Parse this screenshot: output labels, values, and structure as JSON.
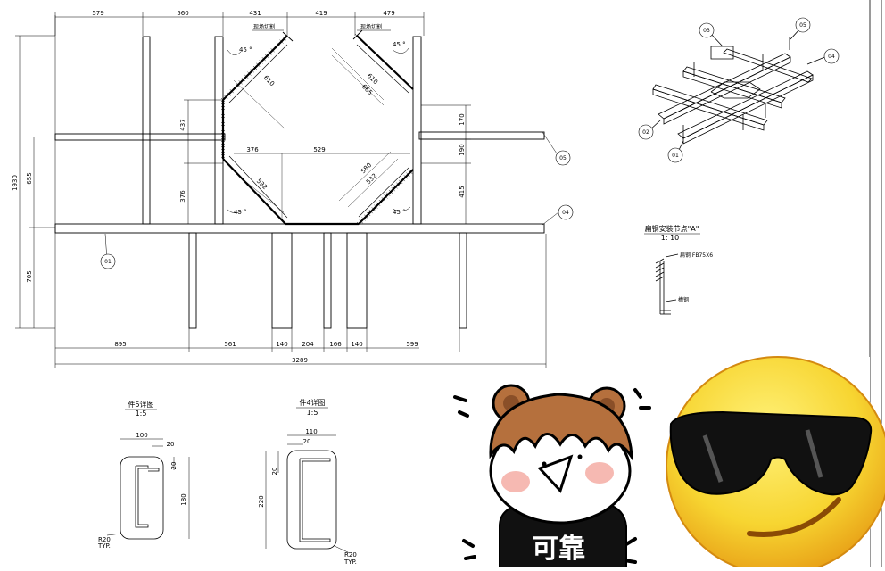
{
  "dims": {
    "top": [
      "579",
      "560",
      "431",
      "419",
      "479"
    ],
    "left_total": "1930",
    "left_upper": "655",
    "left_lower": "705",
    "mid_left": [
      "437",
      "376"
    ],
    "mid_inner": [
      "376",
      "529"
    ],
    "right": [
      "170",
      "190",
      "415"
    ],
    "diag": [
      "610",
      "610",
      "665",
      "532",
      "532",
      "580"
    ],
    "bottom": [
      "895",
      "561",
      "140",
      "204",
      "166",
      "140",
      "599"
    ],
    "overall": "3289",
    "angle": "45 °"
  },
  "notes": {
    "field_cut_1": "现场切割",
    "field_cut_2": "现场切割"
  },
  "balloons": {
    "main_01": "01",
    "main_04": "04",
    "main_05": "05",
    "iso_01": "01",
    "iso_02": "02",
    "iso_03": "03",
    "iso_04": "04",
    "iso_05": "05"
  },
  "detail_a": {
    "title": "扁钢安装节点\"A\"",
    "scale": "1: 10",
    "label_flat_bar": "扁钢 FB75X6",
    "label_channel": "槽钢"
  },
  "part5": {
    "title": "件5详图",
    "scale": "1:5",
    "dims": [
      "100",
      "20",
      "20",
      "180"
    ],
    "radius": "R20",
    "typ": "TYP."
  },
  "part4": {
    "title": "件4详图",
    "scale": "1:5",
    "dims": [
      "110",
      "20",
      "20",
      "220"
    ],
    "radius": "R20",
    "typ": "TYP."
  },
  "stickers": {
    "bear_text": "可靠"
  },
  "colors": {
    "line": "#000000",
    "bear_hair": "#b5703d",
    "bear_cheek": "#f6b9b2",
    "emoji_yellow": "#f7d531",
    "emoji_orange": "#f0a020",
    "sticker_shirt": "#111111"
  }
}
